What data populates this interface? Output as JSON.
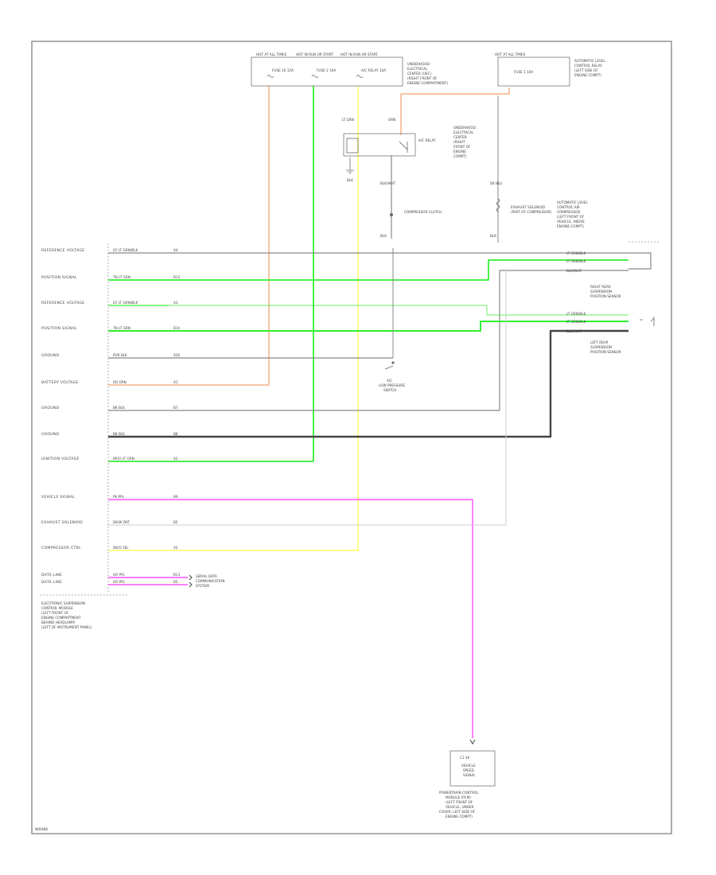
{
  "page": {
    "footer_code": "W0086"
  },
  "colors": {
    "orange": "#f4b183",
    "green": "#33ee33",
    "yellow": "#ffff66",
    "magenta": "#ff55ff",
    "gray": "#888888",
    "dark": "#444444",
    "light": "#cccccc"
  },
  "fuse_boxes": {
    "box1": {
      "title": "HOT AT ALL TIMES",
      "fuse": "FUSE 10 15A"
    },
    "box2": {
      "title": "HOT IN RUN OR START",
      "fuse": "FUSE 2 10A"
    },
    "box3": {
      "title": "HOT IN RUN OR START",
      "fuse": "A/C RELAY 10A"
    },
    "box_caption": [
      "UNDERHOOD",
      "ELECTRICAL",
      "CENTER (UEC)",
      "(RIGHT FRONT OF",
      "ENGINE COMPARTMENT)"
    ],
    "box4": {
      "title": "HOT AT ALL TIMES",
      "fuse": "FUSE 1 10A"
    },
    "box4_caption": [
      "AUTOMATIC LEVEL",
      "CONTROL RELAY",
      "(LEFT SIDE OF",
      "ENGINE COMPT)"
    ]
  },
  "relay": {
    "name": "A/C RELAY",
    "wires": [
      "LT GRN",
      "ORN",
      "BLK"
    ],
    "caption": [
      "UNDERHOOD",
      "ELECTRICAL",
      "CENTER",
      "(RIGHT",
      "FRONT OF",
      "ENGINE",
      "COMPT)"
    ]
  },
  "compressor": {
    "label": "COMPRESSOR CLUTCH",
    "wires": [
      "BLK/WHT",
      "BLK"
    ]
  },
  "exhaust": {
    "label": [
      "EXHAUST SOLENOID",
      "(PART OF COMPRESSOR)"
    ],
    "wires": [
      "DK BLU",
      "BLK"
    ]
  },
  "switch": {
    "label": [
      "A/C",
      "LOW PRESSURE",
      "SWITCH"
    ]
  },
  "module": {
    "pins": [
      {
        "label": "REFERENCE VOLTAGE",
        "wire": "GY LT GRN/BLK",
        "circ": "A4"
      },
      {
        "label": "POSITION SIGNAL",
        "wire": "TN LT GRN",
        "circ": "B13"
      },
      {
        "label": "REFERENCE VOLTAGE",
        "wire": "GY LT GRN/BLK",
        "circ": "A3"
      },
      {
        "label": "POSITION SIGNAL",
        "wire": "TN LT GRN",
        "circ": "B14"
      },
      {
        "label": "GROUND",
        "wire": "PUR BLK",
        "circ": "A20"
      },
      {
        "label": "BATTERY VOLTAGE",
        "wire": "RD ORN",
        "circ": "A1"
      },
      {
        "label": "GROUND",
        "wire": "BK BLK",
        "circ": "B7"
      },
      {
        "label": "GROUND",
        "wire": "BK BLK",
        "circ": "B8"
      },
      {
        "label": "IGNITION VOLTAGE",
        "wire": "BR/O LT GRN",
        "circ": "A2"
      },
      {
        "label": "VEHICLE SIGNAL",
        "wire": "PK PPL",
        "circ": "B9"
      },
      {
        "label": "EXHAUST SOLENOID",
        "wire": "DK/W DKT",
        "circ": "B5"
      },
      {
        "label": "COMPRESSOR CTRL",
        "wire": "DK/O YEL",
        "circ": "A2"
      },
      {
        "label": "DATA LINE",
        "wire": "GR PPL",
        "circ": "B13"
      },
      {
        "label": "DATA LINE",
        "wire": "GR PPL",
        "circ": "B5"
      }
    ],
    "caption": [
      "ELECTRONIC SUSPENSION",
      "CONTROL MODULE",
      "(LEFT FRONT OF",
      "ENGINE COMPARTMENT",
      "BEHIND HEADLAMP)",
      "(LEFT OF INSTRUMENT PANEL)"
    ]
  },
  "sensors": {
    "right": {
      "wires": [
        "LT GRN/BLK",
        "LT GRN/BLK",
        "BLK/WHT"
      ],
      "title": [
        "RIGHT REAR",
        "SUSPENSION",
        "POSITION SENSOR"
      ]
    },
    "left": {
      "wires": [
        "LT GRN/BLK",
        "LT GRN/BLK",
        "BLK/WHT"
      ],
      "title": [
        "LEFT REAR",
        "SUSPENSION",
        "POSITION SENSOR"
      ]
    },
    "level_caption": [
      "AUTOMATIC LEVEL",
      "CONTROL AIR",
      "COMPRESSOR",
      "(LEFT FRONT OF",
      "VEHICLE, ABOVE",
      "ENGINE COMPT)"
    ]
  },
  "data_link": {
    "label": [
      "SERIAL DATA",
      "COMMUNICATION",
      "SYSTEM"
    ]
  },
  "pcm": {
    "connector": "C1 40",
    "inner": [
      "VEHICLE",
      "SPEED",
      "SIGNAL"
    ],
    "caption": [
      "POWERTRAIN CONTROL",
      "MODULE (PCM)",
      "(LEFT FRONT OF",
      "VEHICLE, UNDER",
      "COVER, LEFT SIDE OF",
      "ENGINE COMPT)"
    ]
  }
}
